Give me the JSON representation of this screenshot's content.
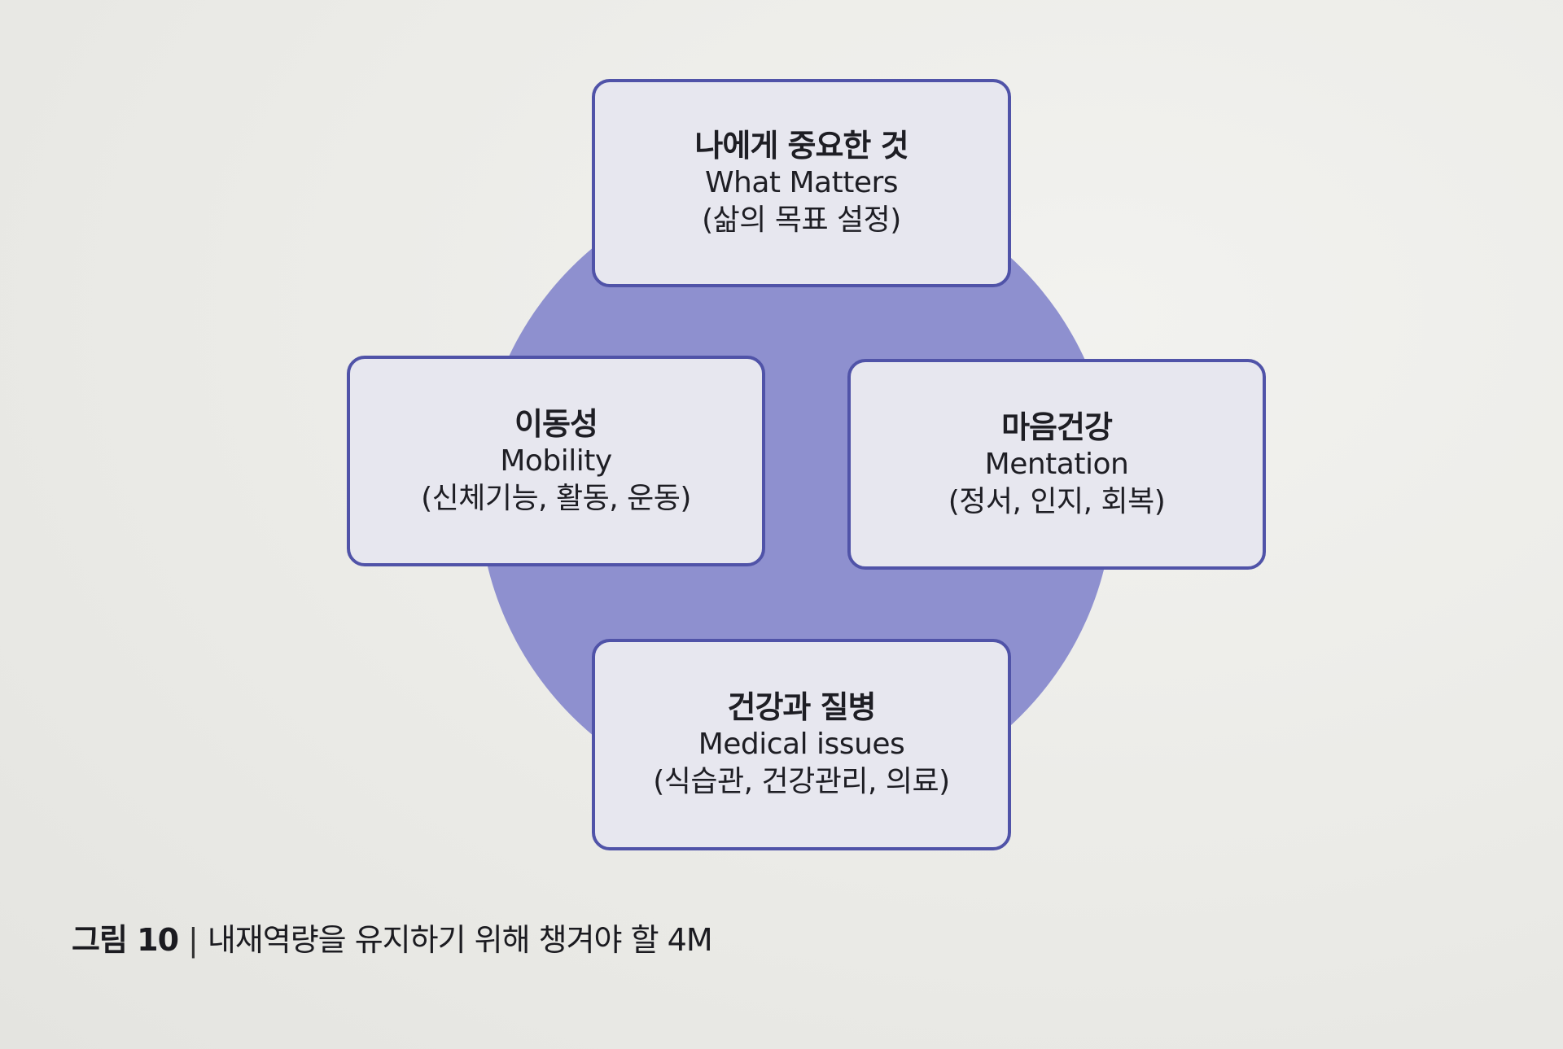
{
  "diagram": {
    "top": {
      "title_ko": "나에게 중요한 것",
      "title_en": "What Matters",
      "detail": "(삶의 목표 설정)"
    },
    "left": {
      "title_ko": "이동성",
      "title_en": "Mobility",
      "detail": "(신체기능, 활동, 운동)"
    },
    "right": {
      "title_ko": "마음건강",
      "title_en": "Mentation",
      "detail": "(정서, 인지, 회복)"
    },
    "bottom": {
      "title_ko": "건강과 질병",
      "title_en": "Medical issues",
      "detail": "(식습관, 건강관리, 의료)"
    }
  },
  "caption": {
    "label": "그림 10",
    "separator": "|",
    "text": "내재역량을 유지하기 위해 챙겨야 할 4M"
  },
  "colors": {
    "circle_fill": "#8e90cf",
    "box_border": "#5053a8",
    "box_fill": "#e7e7ef"
  }
}
